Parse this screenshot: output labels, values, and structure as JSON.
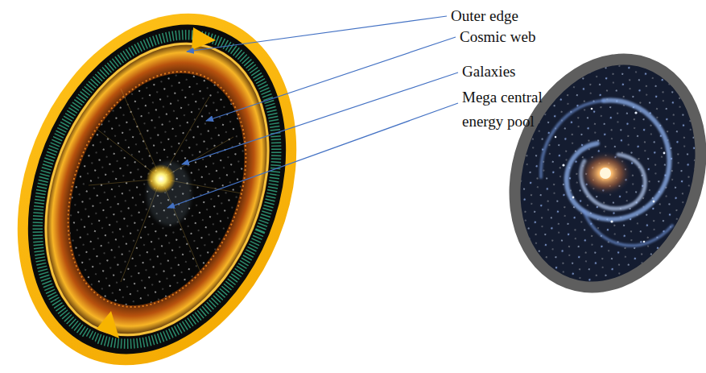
{
  "diagram": {
    "labels": [
      "Outer edge",
      "Cosmic web",
      "Galaxies",
      "Mega central energy pool"
    ]
  }
}
